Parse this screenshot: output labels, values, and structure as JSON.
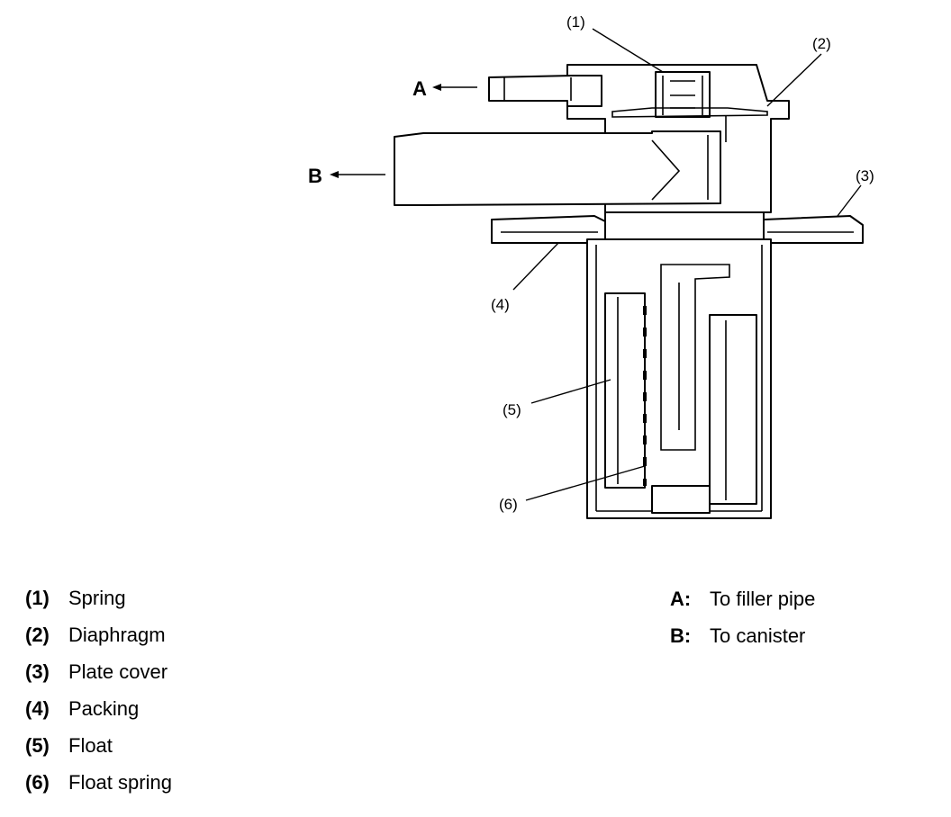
{
  "callouts": {
    "c1": "(1)",
    "c2": "(2)",
    "c3": "(3)",
    "c4": "(4)",
    "c5": "(5)",
    "c6": "(6)"
  },
  "flow_markers": {
    "a": "A",
    "b": "B"
  },
  "legend": {
    "parts": [
      {
        "number": "(1)",
        "label": "Spring"
      },
      {
        "number": "(2)",
        "label": "Diaphragm"
      },
      {
        "number": "(3)",
        "label": "Plate cover"
      },
      {
        "number": "(4)",
        "label": "Packing"
      },
      {
        "number": "(5)",
        "label": "Float"
      },
      {
        "number": "(6)",
        "label": "Float spring"
      }
    ],
    "flows": [
      {
        "key": "A:",
        "label": "To filler pipe"
      },
      {
        "key": "B:",
        "label": "To canister"
      }
    ]
  }
}
